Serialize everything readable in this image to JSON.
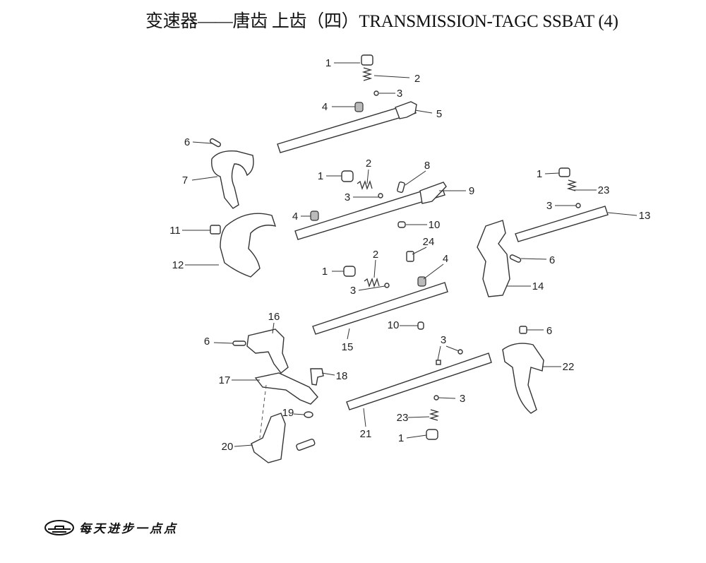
{
  "title": "变速器——唐齿 上齿（四）TRANSMISSION-TAGC SSBAT (4)",
  "callouts": [
    "1",
    "2",
    "3",
    "4",
    "5",
    "6",
    "7",
    "1",
    "2",
    "8",
    "3",
    "9",
    "4",
    "10",
    "11",
    "12",
    "1",
    "23",
    "3",
    "13",
    "6",
    "14",
    "24",
    "2",
    "1",
    "4",
    "3",
    "15",
    "10",
    "16",
    "6",
    "3",
    "6",
    "22",
    "17",
    "18",
    "3",
    "19",
    "23",
    "21",
    "1",
    "20"
  ],
  "footer": {
    "logo_text": "每天进步一点点",
    "logo_icon": "company-emblem-icon"
  }
}
